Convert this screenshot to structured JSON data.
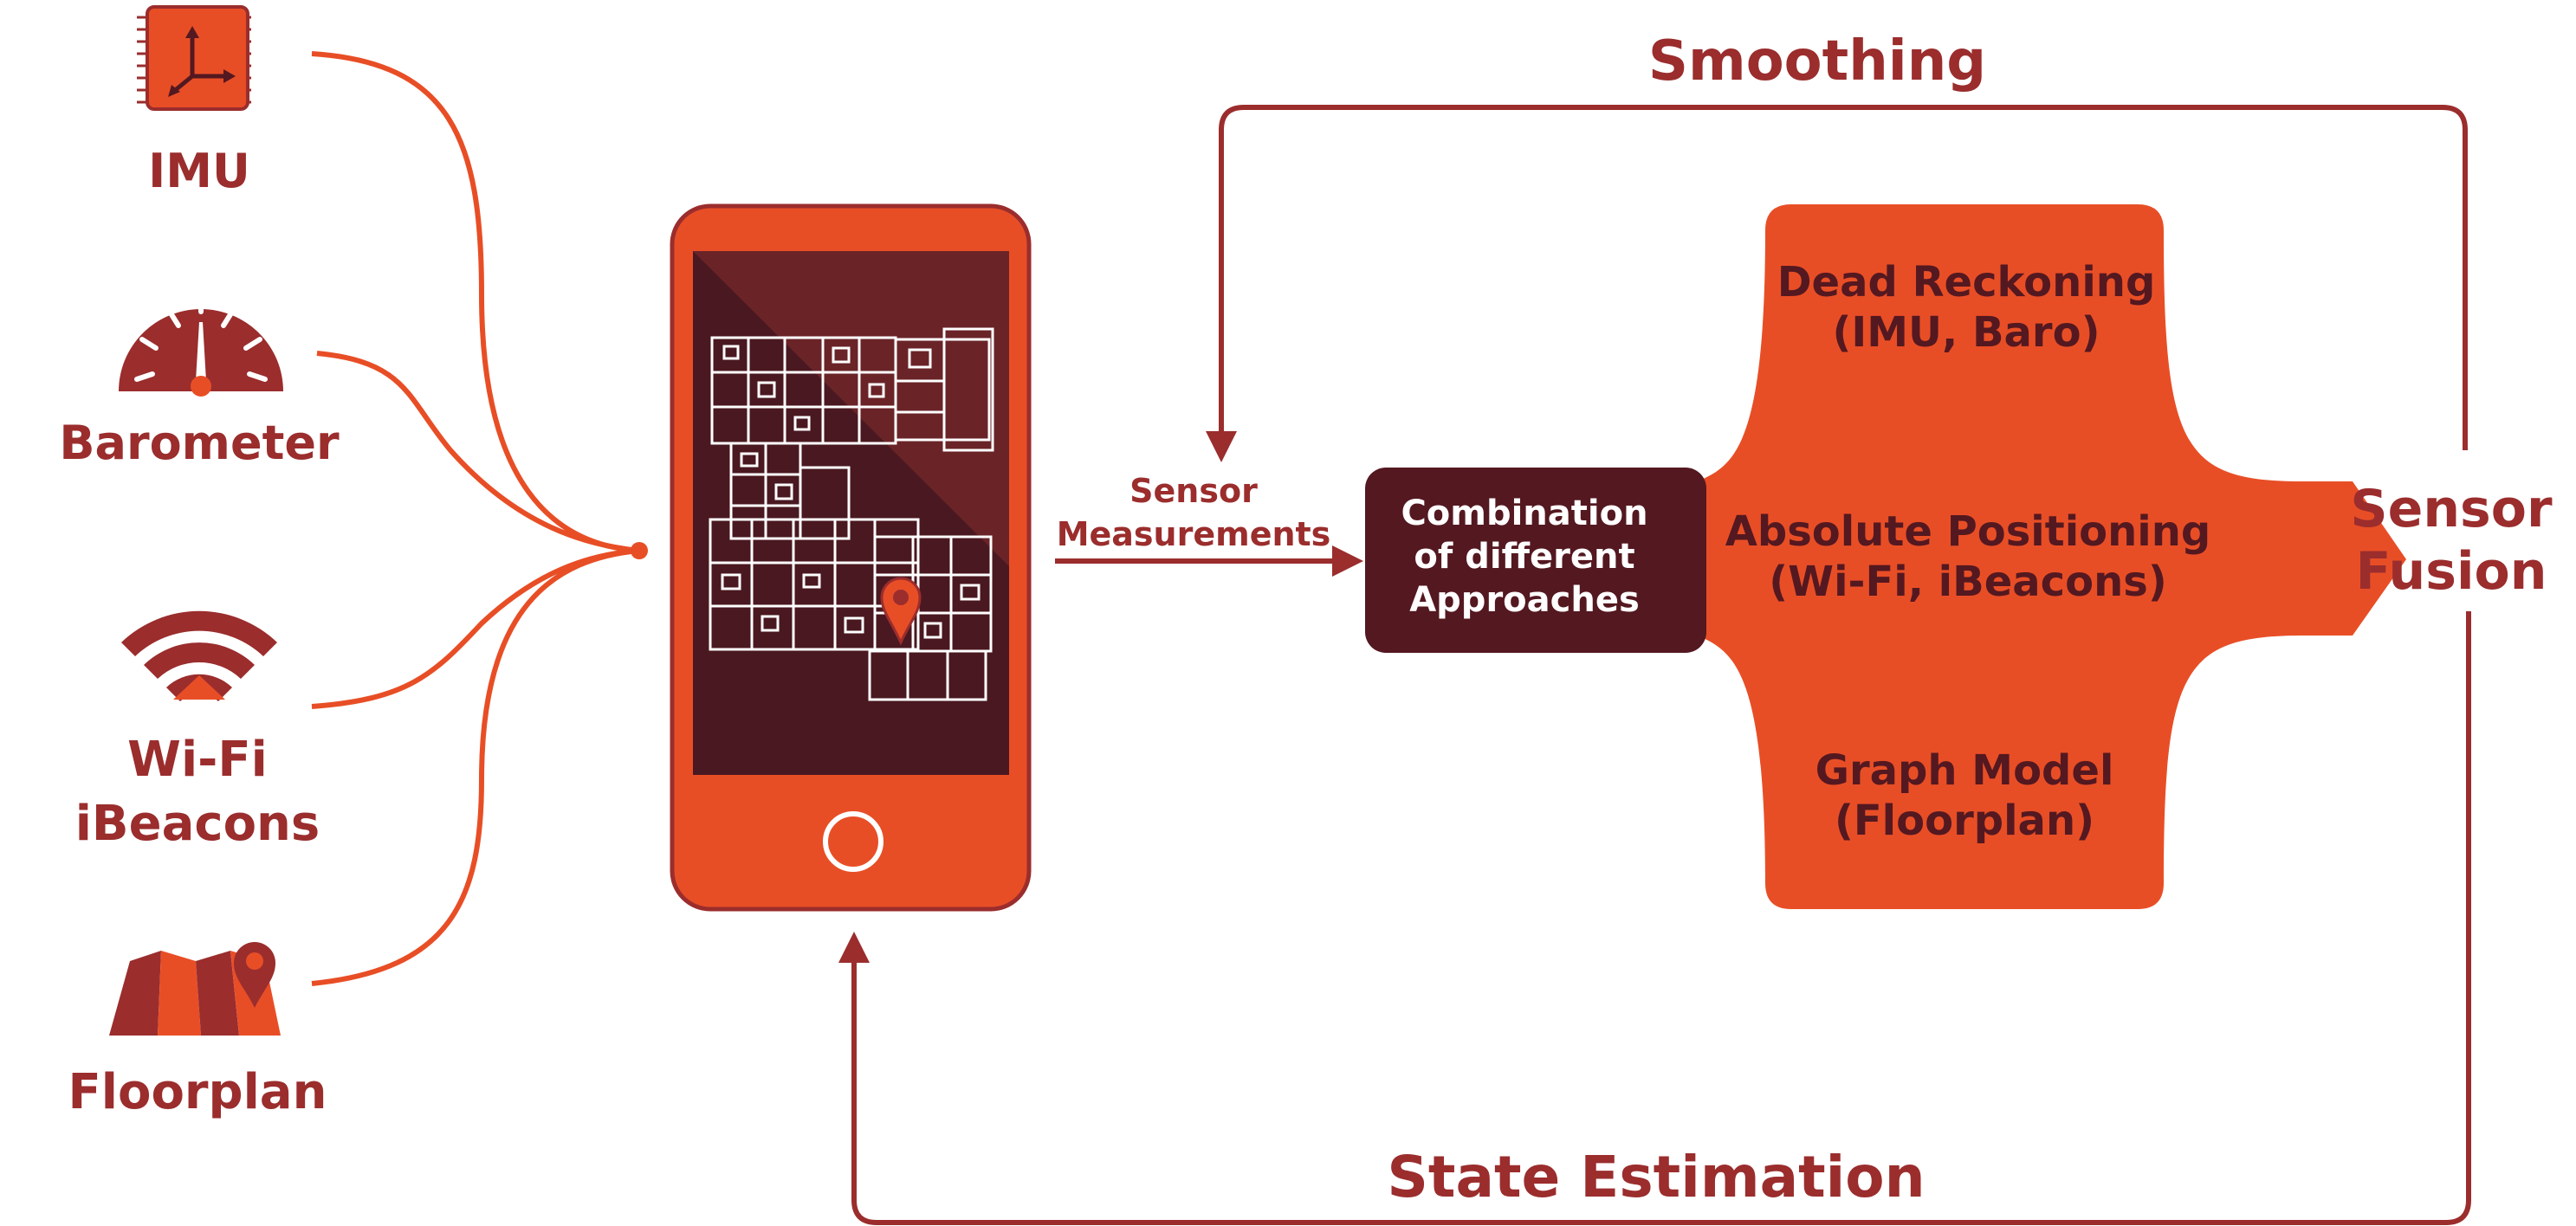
{
  "colors": {
    "dark_red": "#9B2D2D",
    "orange": "#E84E26",
    "maroon": "#541820",
    "screen_dark": "#4A1820",
    "white": "#ffffff"
  },
  "icons": {
    "imu": "imu-chip-icon",
    "barometer": "barometer-gauge-icon",
    "wifi": "wifi-icon",
    "floorplan": "folded-map-icon",
    "phone": "smartphone-icon",
    "map_pin": "map-pin-icon"
  },
  "sources": {
    "imu": "IMU",
    "barometer": "Barometer",
    "wifi_line1": "Wi-Fi",
    "wifi_line2": "iBeacons",
    "floorplan": "Floorplan"
  },
  "sensor_measurements": {
    "line1": "Sensor",
    "line2": "Measurements"
  },
  "combination": {
    "line1": "Combination",
    "line2": "of different",
    "line3": "Approaches"
  },
  "approaches": {
    "dead_reckoning_line1": "Dead Reckoning",
    "dead_reckoning_line2": "(IMU, Baro)",
    "absolute_line1": "Absolute Positioning",
    "absolute_line2": "(Wi-Fi, iBeacons)",
    "graph_line1": "Graph Model",
    "graph_line2": "(Floorplan)"
  },
  "sensor_fusion": {
    "line1": "Sensor",
    "line2": "Fusion"
  },
  "smoothing": "Smoothing",
  "state_estimation": "State Estimation"
}
